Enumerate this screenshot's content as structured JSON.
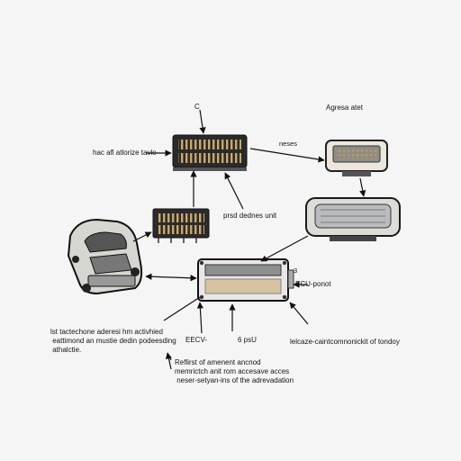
{
  "labels": {
    "top_c": "C",
    "top_right": "Agresa atet",
    "connector_left": "hac afl atlorize tavle",
    "connector_arrow": "neses",
    "mid_unit": "prsd dednes unit",
    "ecu_ponot": "ECU-ponot",
    "num_3": "3",
    "bottom_left": "lst tactechone aderesi hm activhied\n eattimond an mustie dedin podeesding\n athalctie.",
    "ecu_bottom": "EECV-",
    "rpsu": "6 psU",
    "bottom_right": "lelcaze-caintcomnonickit of tondoy",
    "note": "Reflirst of amenent ancnod\nmemrictch anit rom accesave acces\n neser-setyan-ins of the adrevadation"
  }
}
